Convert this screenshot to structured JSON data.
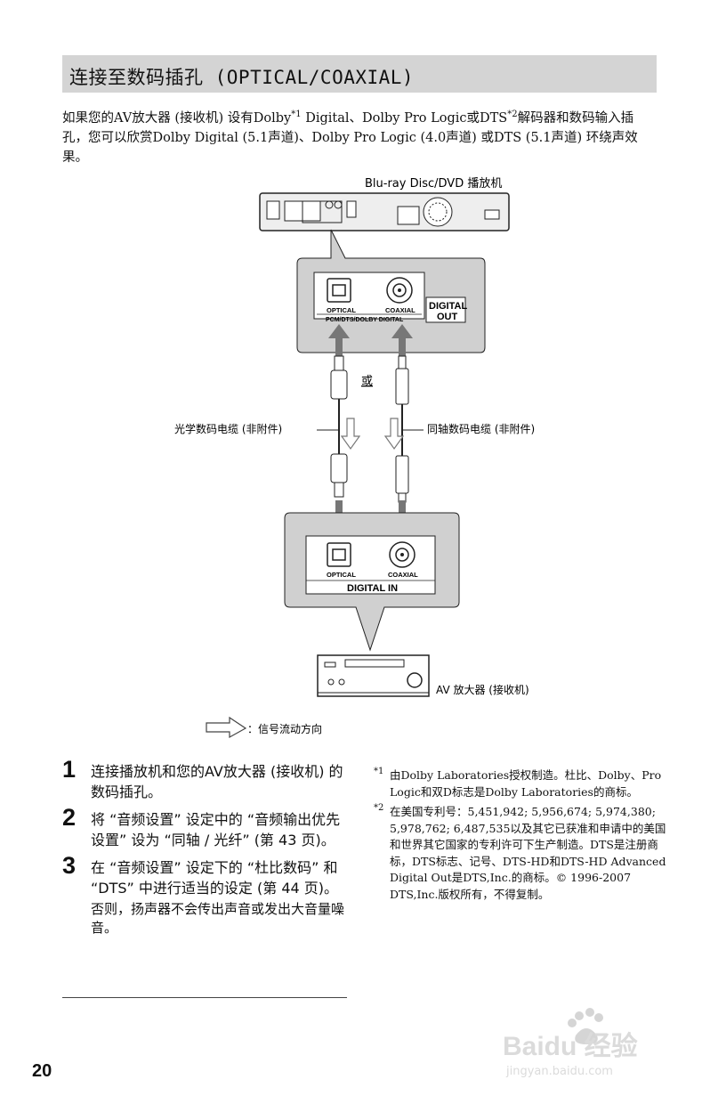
{
  "section_title": "连接至数码插孔 (OPTICAL/COAXIAL)",
  "intro": {
    "part1": "如果您的AV放大器 (接收机) 设有Dolby",
    "sup1": "*1",
    "part2": " Digital、Dolby Pro Logic或DTS",
    "sup2": "*2",
    "part3": "解码器和数码输入插孔，您可以欣赏Dolby Digital (5.1声道)、Dolby Pro Logic (4.0声道) 或DTS (5.1声道) 环绕声效果。"
  },
  "diagram": {
    "player_label": "Blu-ray Disc/DVD 播放机",
    "player_top": {
      "optical": "OPTICAL",
      "coaxial": "COAXIAL",
      "group": "PCM/DTS/DOLBY DIGITAL",
      "digital_out_1": "DIGITAL",
      "digital_out_2": "OUT"
    },
    "or_label": "或",
    "optical_cable": "光学数码电缆 (非附件)",
    "coaxial_cable": "同轴数码电缆 (非附件)",
    "receiver_panel": {
      "optical": "OPTICAL",
      "coaxial": "COAXIAL",
      "digital_in": "DIGITAL IN"
    },
    "receiver_label": "AV 放大器 (接收机)",
    "legend": "：信号流动方向"
  },
  "steps": [
    {
      "num": "1",
      "text": "连接播放机和您的AV放大器 (接收机) 的数码插孔。",
      "note": ""
    },
    {
      "num": "2",
      "text": "将 “音频设置” 设定中的 “音频输出优先设置” 设为 “同轴 / 光纤” (第 43 页)。",
      "note": ""
    },
    {
      "num": "3",
      "text": "在 “音频设置” 设定下的 “杜比数码” 和 “DTS” 中进行适当的设定 (第 44 页)。",
      "note": "否则，扬声器不会传出声音或发出大音量噪音。"
    }
  ],
  "footnotes": [
    {
      "mark": "*1",
      "text": "由Dolby Laboratories授权制造。杜比、Dolby、Pro Logic和双D标志是Dolby Laboratories的商标。"
    },
    {
      "mark": "*2",
      "text": "在美国专利号：5,451,942; 5,956,674; 5,974,380; 5,978,762; 6,487,535以及其它已获准和申请中的美国和世界其它国家的专利许可下生产制造。DTS是注册商标，DTS标志、记号、DTS-HD和DTS-HD Advanced Digital Out是DTS,Inc.的商标。© 1996-2007 DTS,Inc.版权所有，不得复制。"
    }
  ],
  "page_number": "20",
  "watermark": {
    "brand": "Baidu 经验",
    "url": "jingyan.baidu.com"
  }
}
